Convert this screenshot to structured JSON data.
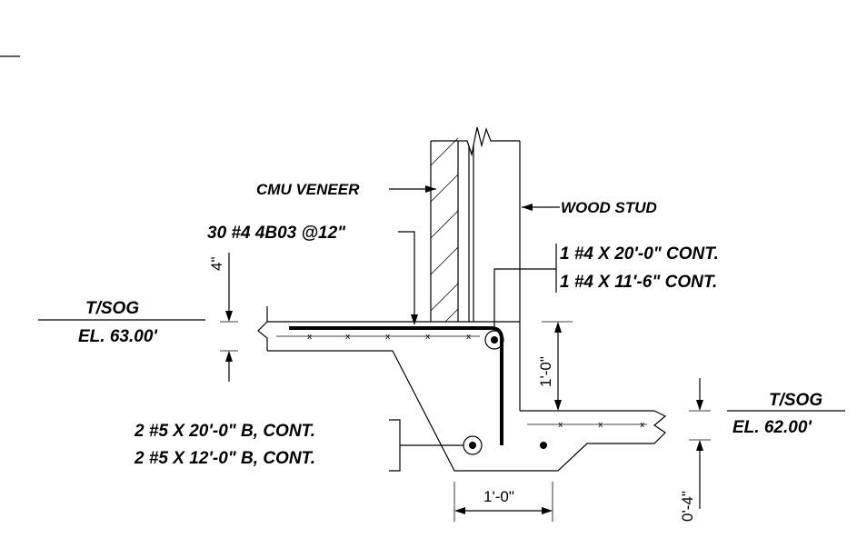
{
  "labels": {
    "cmu_veneer": "CMU VENEER",
    "wood_stud": "WOOD STUD",
    "dowel_bars": "30 #4 4B03 @12\"",
    "top_bar_1": "1 #4 X 20'-0\"  CONT.",
    "top_bar_2": "1 #4 X 11'-6\"  CONT.",
    "bottom_bar_1": "2 #5 X 20'-0\"  B, CONT.",
    "bottom_bar_2": "2 #5 X 12'-0\"  B, CONT."
  },
  "elevations": {
    "left_tag": "T/SOG",
    "left_value": "EL. 63.00'",
    "right_tag": "T/SOG",
    "right_value": "EL. 62.00'"
  },
  "dimensions": {
    "slab_thickness": "4\"",
    "step_height": "1'-0\"",
    "footing_width": "1'-0\"",
    "right_slab": "0'-4\""
  },
  "mesh_marks": [
    "x",
    "x",
    "x",
    "x",
    "x",
    "x",
    "x",
    "x"
  ]
}
